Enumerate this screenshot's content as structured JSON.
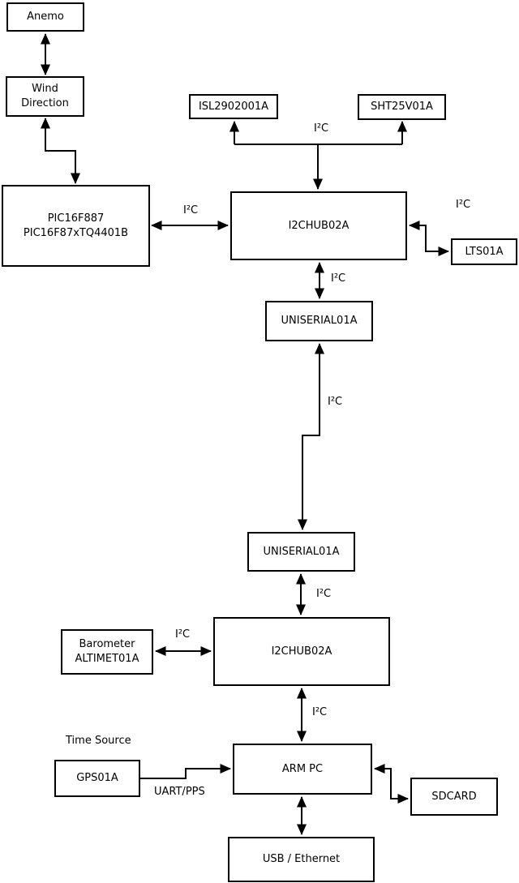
{
  "colors": {
    "background": "#ffffff",
    "line": "#000000",
    "text": "#000000"
  },
  "nodes": {
    "anemo": {
      "label": "Anemo"
    },
    "wind_direction": {
      "label": "Wind\nDirection"
    },
    "pic": {
      "label": "PIC16F887\nPIC16F87xTQ4401B"
    },
    "isl": {
      "label": "ISL2902001A"
    },
    "sht": {
      "label": "SHT25V01A"
    },
    "i2c_hub_1": {
      "label": "I2CHUB02A"
    },
    "lts": {
      "label": "LTS01A"
    },
    "uniserial_1": {
      "label": "UNISERIAL01A"
    },
    "uniserial_2": {
      "label": "UNISERIAL01A"
    },
    "i2c_hub_2": {
      "label": "I2CHUB02A"
    },
    "barometer": {
      "label": "Barometer\nALTIMET01A"
    },
    "gps": {
      "label": "GPS01A"
    },
    "arm_pc": {
      "label": "ARM PC"
    },
    "sdcard": {
      "label": "SDCARD"
    },
    "usb_ethernet": {
      "label": "USB / Ethernet"
    }
  },
  "edge_labels": {
    "i2c_sensors_branch": "I²C",
    "i2c_pic_hub1": "I²C",
    "i2c_hub1_lts": "I²C",
    "i2c_hub1_uniserial1": "I²C",
    "i2c_uniserial_link": "I²C",
    "i2c_uniserial2_hub2": "I²C",
    "i2c_barometer_hub2": "I²C",
    "i2c_hub2_armpc": "I²C",
    "time_source": "Time Source",
    "uart_pps": "UART/PPS"
  }
}
